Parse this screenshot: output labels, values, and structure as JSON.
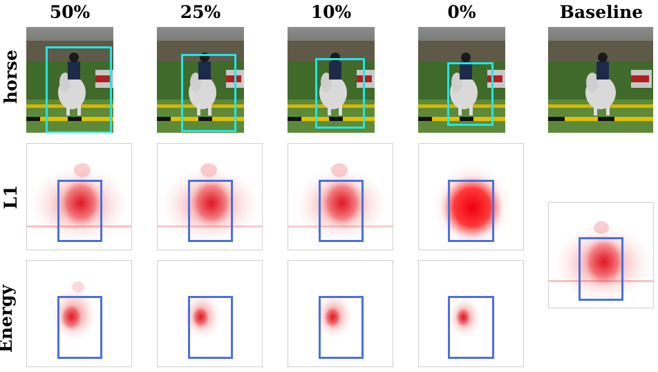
{
  "columns": [
    "50%",
    "25%",
    "10%",
    "0%",
    "Baseline"
  ],
  "rows": [
    "horse",
    "L1",
    "Energy"
  ],
  "colors": {
    "prediction_box": "#22e6e6",
    "ground_truth_box": "#4a6fe0",
    "heatmap": "#e8101a"
  },
  "icons": {
    "photo": "horse-rider-photo",
    "heatmap": "saliency-heatmap"
  }
}
